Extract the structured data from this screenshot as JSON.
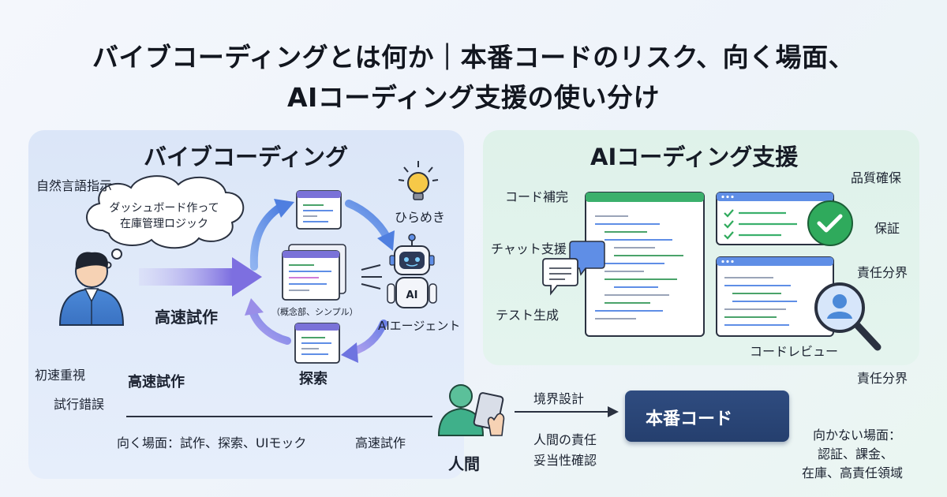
{
  "title": {
    "line1": "バイブコーディングとは何か｜本番コードのリスク、向く場面、",
    "line2": "AIコーディング支援の使い分け"
  },
  "vibe": {
    "heading": "バイブコーディング",
    "natural_language": "自然言語指示",
    "cloud_line1": "ダッシュボード作って",
    "cloud_line2": "在庫管理ロジック",
    "inspiration": "ひらめき",
    "fast_prototype_main": "高速試作",
    "concept_note": "（概念部、シンプル）",
    "ai_agent": "AIエージェント",
    "robot_badge": "AI",
    "explore": "探索",
    "speed_first": "初速重視",
    "fast_prototype_2": "高速試作",
    "trial_error": "試行錯誤",
    "suited": "向く場面：試作、探索、UIモック",
    "fast_prototype_3": "高速試作"
  },
  "assist": {
    "heading": "AIコーディング支援",
    "completion": "コード補完",
    "chat": "チャット支援",
    "testgen": "テスト生成",
    "quality": "品質確保",
    "guarantee": "保証",
    "responsibility": "責任分界",
    "review": "コードレビュー"
  },
  "bottom": {
    "responsibility_outside": "責任分界",
    "boundary": "境界設計",
    "human": "人間",
    "human_resp": "人間の責任",
    "validity": "妥当性確認",
    "production": "本番コード",
    "unsuited_title": "向かない場面：",
    "unsuited_line1": "認証、課金、",
    "unsuited_line2": "在庫、高責任領域"
  },
  "colors": {
    "vibe_panel": "#dde7f8",
    "assist_panel": "#dff2ea",
    "arrow_purple": "#8b7fe0",
    "arrow_blue": "#5f8ee6",
    "production_box": "#2b4677",
    "check_green": "#2faa5c",
    "window_bar_green": "#3bb06c"
  },
  "icons": {
    "person": "person-icon",
    "robot": "robot-icon",
    "lightbulb": "lightbulb-icon",
    "lock": "lock-icon",
    "magnifier": "magnifier-icon",
    "check": "check-icon",
    "tablet": "tablet-icon",
    "chat": "chat-bubble-icon"
  }
}
